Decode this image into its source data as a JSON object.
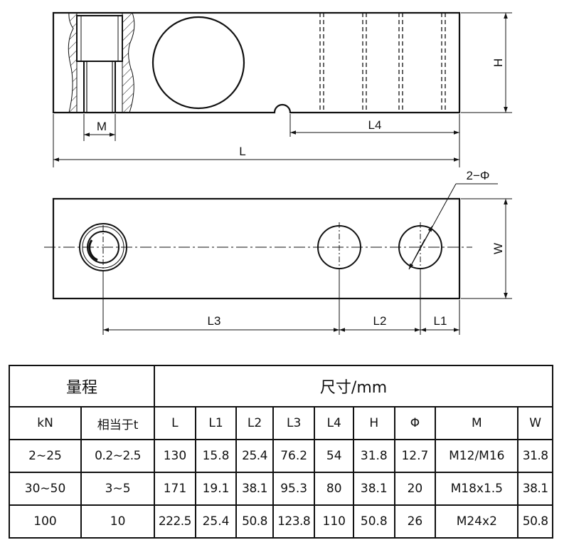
{
  "drawing": {
    "labels": {
      "M": "M",
      "L4": "L4",
      "L": "L",
      "H": "H",
      "hole_callout": "2−Φ",
      "W": "W",
      "L3": "L3",
      "L2": "L2",
      "L1": "L1"
    }
  },
  "table": {
    "range_header": "量程",
    "size_header": "尺寸/mm",
    "columns": [
      "kN",
      "相当于t",
      "L",
      "L1",
      "L2",
      "L3",
      "L4",
      "H",
      "Φ",
      "M",
      "W"
    ],
    "rows": [
      [
        "2∼25",
        "0.2∼2.5",
        "130",
        "15.8",
        "25.4",
        "76.2",
        "54",
        "31.8",
        "12.7",
        "M12/M16",
        "31.8"
      ],
      [
        "30∼50",
        "3∼5",
        "171",
        "19.1",
        "38.1",
        "95.3",
        "80",
        "38.1",
        "20",
        "M18x1.5",
        "38.1"
      ],
      [
        "100",
        "10",
        "222.5",
        "25.4",
        "50.8",
        "123.8",
        "110",
        "50.8",
        "26",
        "M24x2",
        "50.8"
      ]
    ]
  }
}
